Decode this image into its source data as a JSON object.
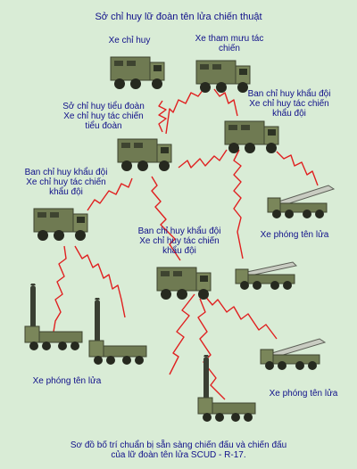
{
  "diagram": {
    "title": "Sở chỉ huy lữ đoàn tên lửa chiến thuật",
    "caption_line1": "Sơ đồ bố trí chuẩn bị sẵn sàng chiến đấu và chiến đấu",
    "caption_line2": "của lữ đoàn tên lửa SCUD - R-17.",
    "labels": {
      "command_vehicle": "Xe chỉ huy",
      "staff_vehicle": "Xe tham mưu tác chiến",
      "battalion_hq_1": "Sở chỉ huy tiểu đoàn",
      "battalion_hq_2": "Xe chỉ huy tác chiến",
      "battalion_hq_3": "tiểu đoàn",
      "battery_right_1": "Ban chỉ huy khẩu đội",
      "battery_right_2": "Xe chỉ huy tác chiến",
      "battery_right_3": "khẩu đội",
      "battery_left_1": "Ban chỉ huy khẩu đội",
      "battery_left_2": "Xe chỉ huy tác chiến",
      "battery_left_3": "khẩu đội",
      "battery_center_1": "Ban chỉ huy khẩu đội",
      "battery_center_2": "Xe chỉ huy tác chiến",
      "battery_center_3": "khẩu đội",
      "launcher_1": "Xe phóng tên lửa",
      "launcher_2": "Xe phóng tên lửa",
      "launcher_3": "Xe phóng tên lửa"
    },
    "colors": {
      "background": "#d9ecd6",
      "text": "#10108a",
      "link": "#e02020",
      "vehicle_body": "#6f7a52",
      "vehicle_dark": "#3e4430"
    }
  }
}
